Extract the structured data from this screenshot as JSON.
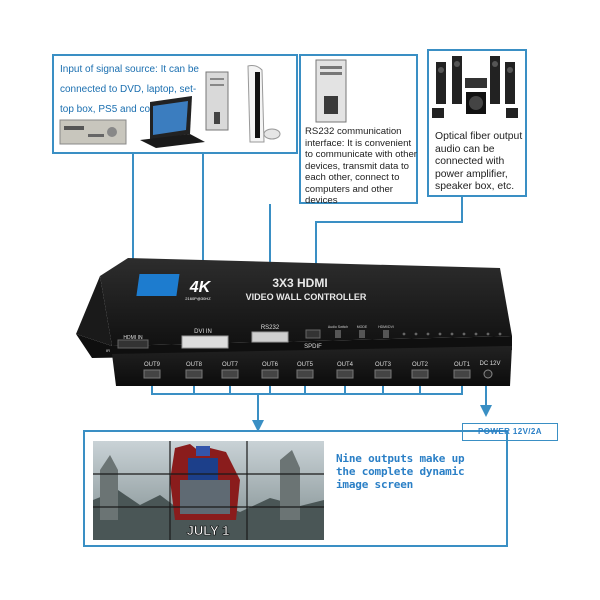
{
  "source_box": {
    "text": "Input of signal source: It can be connected to DVD, laptop, set-top box, PS5 and computer."
  },
  "rs232_box": {
    "text": "RS232 communication interface: It is convenient to communicate with other devices, transmit data to each other, connect to computers and other devices"
  },
  "spdif_box": {
    "text": "Optical fiber output audio can be connected with power amplifier, speaker box, etc."
  },
  "device": {
    "title_line1": "3X3 HDMI",
    "title_line2": "VIDEO WALL CONTROLLER",
    "logo": "4K",
    "logo_sub": "2160P@30HZ",
    "port_hdmi_in": "HDMI IN",
    "port_dvi_in": "DVI IN",
    "port_rs232": "RS232",
    "port_spdif": "SPDIF",
    "port_ir": "IR",
    "buttons": [
      "Audio Switch",
      "MODE",
      "HDMI/DVI"
    ],
    "outputs": [
      "OUT9",
      "OUT8",
      "OUT7",
      "OUT6",
      "OUT5",
      "OUT4",
      "OUT3",
      "OUT2",
      "OUT1"
    ],
    "dc_label": "DC 12V"
  },
  "power_label": "POWER 12V/2A",
  "wall": {
    "caption": "JULY 1"
  },
  "nine_outputs_text": "Nine outputs make up the complete dynamic image screen",
  "colors": {
    "accent": "#3a8fc4",
    "device": "#1c1c1c",
    "text_blue": "#2a7fc6"
  }
}
